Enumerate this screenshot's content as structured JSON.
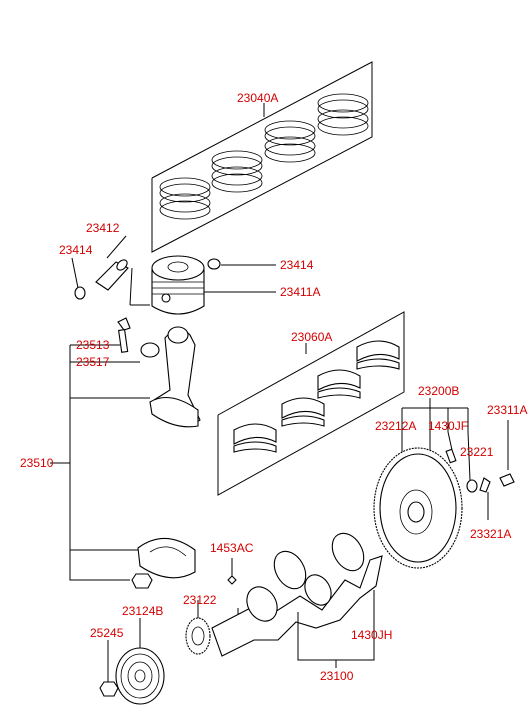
{
  "labels": {
    "p23040A": "23040A",
    "p23412": "23412",
    "p23414a": "23414",
    "p23414b": "23414",
    "p23411A": "23411A",
    "p23060A": "23060A",
    "p23513": "23513",
    "p23517": "23517",
    "p23510": "23510",
    "p23200B": "23200B",
    "p23311A": "23311A",
    "p23212A": "23212A",
    "p1430JF": "1430JF",
    "p23221": "23221",
    "p23321A": "23321A",
    "p1453AC": "1453AC",
    "p23122": "23122",
    "p23124B": "23124B",
    "p25245": "25245",
    "p1430JH": "1430JH",
    "p23100": "23100"
  },
  "colors": {
    "label": "#d40000",
    "line": "#000000",
    "background": "#ffffff"
  }
}
